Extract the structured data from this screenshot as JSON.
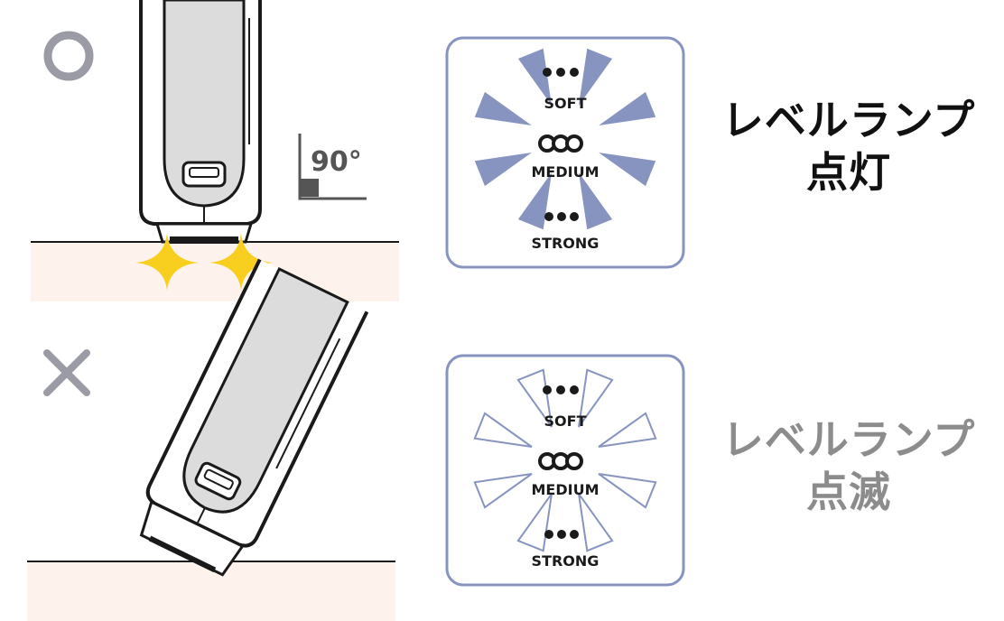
{
  "colors": {
    "skin": "#fdf3ec",
    "panel_border": "#8794bf",
    "ray_fill": "#8794bf",
    "sparkle": "#f9cf1f",
    "device_body": "#ffffff",
    "device_window": "#dcdcdc",
    "outline": "#1a1a1a",
    "mark_grey": "#9b9ba6",
    "caption_good": "#111111",
    "caption_bad": "#8c8c8c",
    "angle_grey": "#555555"
  },
  "rows": [
    {
      "mark": "○",
      "mark_icon": "circle-mark-icon",
      "angle_label": "90°",
      "panel": {
        "soft_label": "SOFT",
        "medium_label": "MEDIUM",
        "strong_label": "STRONG",
        "rays": "filled"
      },
      "caption_lines": [
        "レベルランプ",
        "点灯"
      ]
    },
    {
      "mark": "×",
      "mark_icon": "cross-mark-icon",
      "panel": {
        "soft_label": "SOFT",
        "medium_label": "MEDIUM",
        "strong_label": "STRONG",
        "rays": "outline"
      },
      "caption_lines": [
        "レベルランプ",
        "点滅"
      ]
    }
  ]
}
